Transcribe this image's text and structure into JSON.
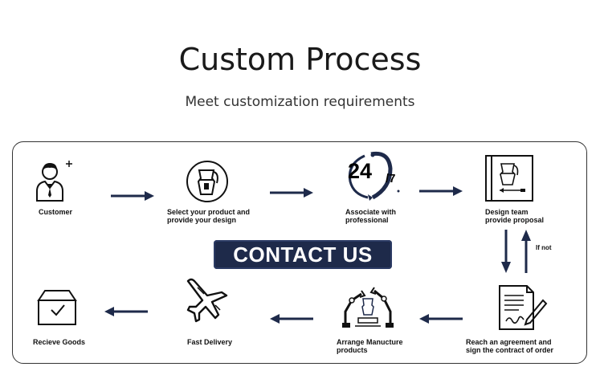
{
  "header": {
    "title": "Custom Process",
    "subtitle": "Meet customization requirements"
  },
  "steps": [
    {
      "label": "Customer",
      "icon": "customer-icon"
    },
    {
      "label": "Select your product and\nprovide  your design",
      "icon": "moka-pot-icon"
    },
    {
      "label": "Associate with\nprofessional",
      "icon": "support-24-7-icon"
    },
    {
      "label": "Design team\nprovide proposal",
      "icon": "design-book-icon"
    },
    {
      "label": "Reach an agreement and\nsign the contract of order",
      "icon": "contract-icon"
    },
    {
      "label": "Arrange Manucture\nproducts",
      "icon": "robot-arms-icon"
    },
    {
      "label": "Fast Delivery",
      "icon": "airplane-icon"
    },
    {
      "label": "Recieve  Goods",
      "icon": "package-icon"
    }
  ],
  "support_badge": {
    "big": "24",
    "small": "/7"
  },
  "contact_button": "CONTACT US",
  "loop_label": "If not",
  "colors": {
    "arrow": "#1e2a4a",
    "button": "#1e2a4a"
  }
}
